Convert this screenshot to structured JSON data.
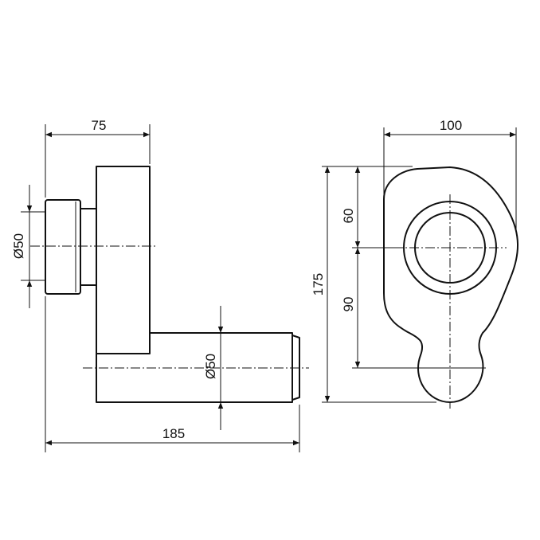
{
  "dimensions": {
    "side_width": "75",
    "inlet_diameter": "Ø50",
    "outlet_diameter": "Ø50",
    "overall_length": "185",
    "front_width": "100",
    "front_height": "175",
    "upper_offset": "60",
    "lower_offset": "90"
  },
  "colors": {
    "line": "#111111",
    "background": "#ffffff"
  }
}
